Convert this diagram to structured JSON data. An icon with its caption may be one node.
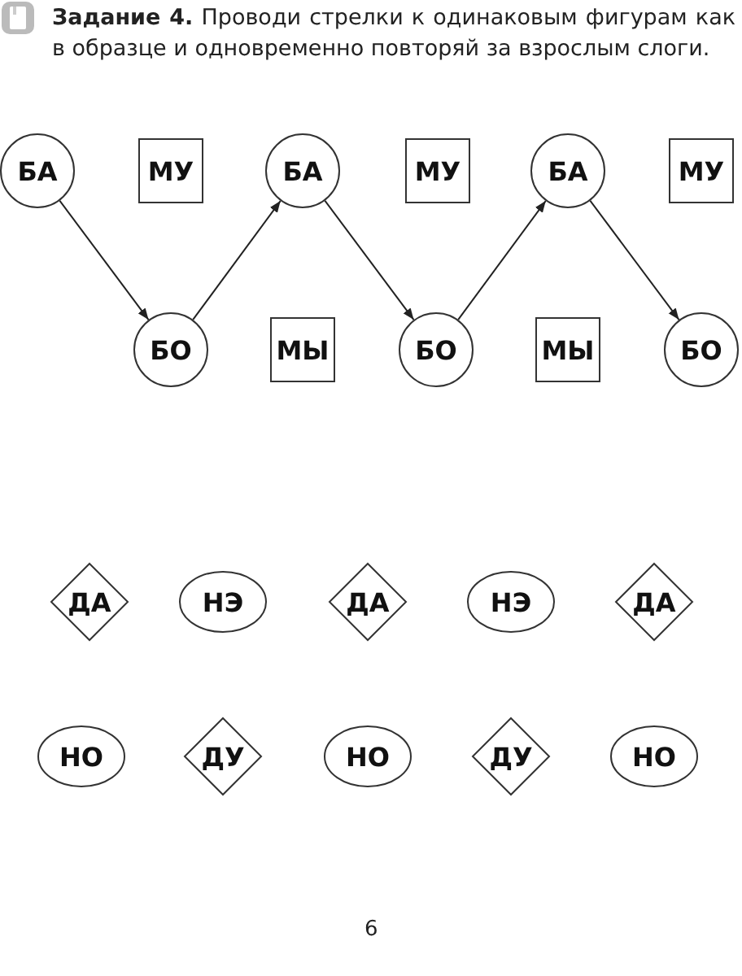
{
  "diagram": {
    "title": "**Задание 4.** Проводи стрелки к одинаковым фигурам как в образце и одновременно повторяй за взрослым слоги.",
    "nodes": [
      {
        "text": [
          "БА"
        ]
      },
      {
        "text": [
          "МУ"
        ]
      },
      {
        "text": [
          "БА"
        ]
      },
      {
        "text": [
          "МУ"
        ]
      },
      {
        "text": [
          "БА"
        ]
      },
      {
        "text": [
          "МУ"
        ]
      },
      {
        "text": [
          "БО"
        ]
      },
      {
        "text": [
          "МЫ"
        ]
      },
      {
        "text": [
          "БО"
        ]
      },
      {
        "text": [
          "МЫ"
        ]
      },
      {
        "text": [
          "БО"
        ]
      },
      {
        "text": [
          "ДА"
        ]
      },
      {
        "text": [
          "НЭ"
        ]
      },
      {
        "text": [
          "ДА"
        ]
      },
      {
        "text": [
          "НЭ"
        ]
      },
      {
        "text": [
          "ДА"
        ]
      },
      {
        "text": [
          "НО"
        ]
      },
      {
        "text": [
          "ДУ"
        ]
      },
      {
        "text": [
          "НО"
        ]
      },
      {
        "text": [
          "ДУ"
        ]
      },
      {
        "text": [
          "НО"
        ]
      }
    ],
    "edges": [
      {
        "from": 0,
        "to": 6,
        "arrow": "to"
      },
      {
        "from": 6,
        "to": 2,
        "arrow": "to"
      },
      {
        "from": 2,
        "to": 8,
        "arrow": "to"
      },
      {
        "from": 8,
        "to": 4,
        "arrow": "to"
      },
      {
        "from": 4,
        "to": 10,
        "arrow": "to"
      }
    ],
    "labels": [
      "6"
    ]
  }
}
